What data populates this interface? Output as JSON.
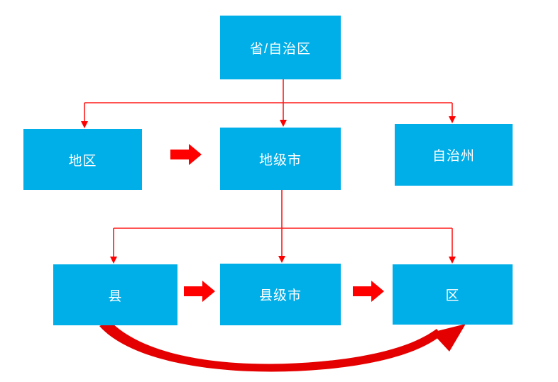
{
  "diagram": {
    "type": "org-hierarchy-flowchart",
    "topic": "China administrative divisions: province to county level",
    "colors": {
      "node_fill": "#00AEE8",
      "node_text": "#FFFFFF",
      "connector_red": "#FF0000",
      "block_arrow_red": "#FF0000",
      "curve_arrow_red": "#E40000",
      "background": "#FFFFFF"
    },
    "nodes": [
      {
        "id": "province",
        "label": "省/自治区"
      },
      {
        "id": "prefecture",
        "label": "地区"
      },
      {
        "id": "prefecture-city",
        "label": "地级市"
      },
      {
        "id": "autonomous-prefecture",
        "label": "自治州"
      },
      {
        "id": "county",
        "label": "县"
      },
      {
        "id": "county-city",
        "label": "县级市"
      },
      {
        "id": "district",
        "label": "区"
      }
    ],
    "edges": [
      {
        "from": "province",
        "to": "prefecture",
        "style": "elbow-arrow"
      },
      {
        "from": "province",
        "to": "prefecture-city",
        "style": "elbow-arrow"
      },
      {
        "from": "province",
        "to": "autonomous-prefecture",
        "style": "elbow-arrow"
      },
      {
        "from": "prefecture-city",
        "to": "county",
        "style": "elbow-arrow"
      },
      {
        "from": "prefecture-city",
        "to": "county-city",
        "style": "elbow-arrow"
      },
      {
        "from": "prefecture-city",
        "to": "district",
        "style": "elbow-arrow"
      },
      {
        "from": "prefecture",
        "to": "prefecture-city",
        "style": "block-arrow"
      },
      {
        "from": "county",
        "to": "county-city",
        "style": "block-arrow"
      },
      {
        "from": "county-city",
        "to": "district",
        "style": "block-arrow"
      },
      {
        "from": "county",
        "to": "district",
        "style": "curved-arrow-below"
      }
    ]
  }
}
